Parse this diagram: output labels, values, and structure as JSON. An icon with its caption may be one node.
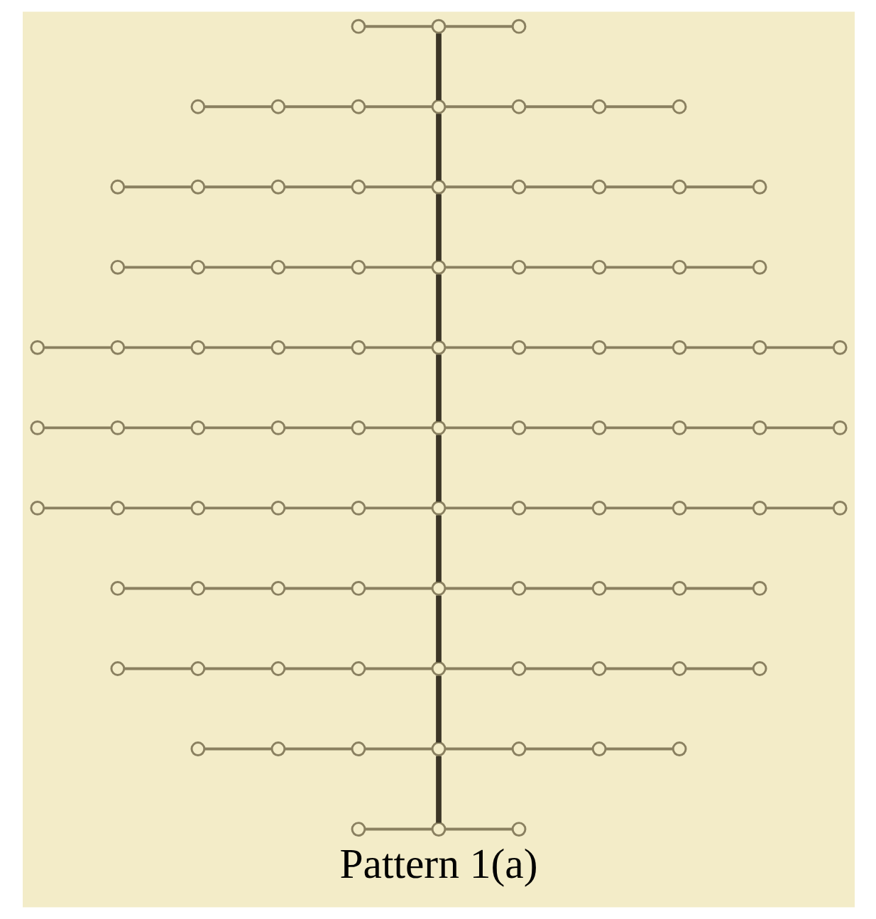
{
  "diagram": {
    "caption": "Pattern 1(a)",
    "nodes": [
      {
        "text": [],
        "shape": "circle"
      },
      {
        "text": [],
        "shape": "circle"
      },
      {
        "text": [],
        "shape": "circle"
      },
      {
        "text": [],
        "shape": "circle"
      },
      {
        "text": [],
        "shape": "circle"
      },
      {
        "text": [],
        "shape": "circle"
      },
      {
        "text": [],
        "shape": "circle"
      },
      {
        "text": [],
        "shape": "circle"
      },
      {
        "text": [],
        "shape": "circle"
      },
      {
        "text": [],
        "shape": "circle"
      },
      {
        "text": [],
        "shape": "circle"
      },
      {
        "text": [],
        "shape": "circle"
      },
      {
        "text": [],
        "shape": "circle"
      },
      {
        "text": [],
        "shape": "circle"
      },
      {
        "text": [],
        "shape": "circle"
      },
      {
        "text": [],
        "shape": "circle"
      },
      {
        "text": [],
        "shape": "circle"
      },
      {
        "text": [],
        "shape": "circle"
      },
      {
        "text": [],
        "shape": "circle"
      },
      {
        "text": [],
        "shape": "circle"
      },
      {
        "text": [],
        "shape": "circle"
      },
      {
        "text": [],
        "shape": "circle"
      },
      {
        "text": [],
        "shape": "circle"
      },
      {
        "text": [],
        "shape": "circle"
      },
      {
        "text": [],
        "shape": "circle"
      },
      {
        "text": [],
        "shape": "circle"
      },
      {
        "text": [],
        "shape": "circle"
      },
      {
        "text": [],
        "shape": "circle"
      },
      {
        "text": [],
        "shape": "circle"
      },
      {
        "text": [],
        "shape": "circle"
      },
      {
        "text": [],
        "shape": "circle"
      },
      {
        "text": [],
        "shape": "circle"
      },
      {
        "text": [],
        "shape": "circle"
      },
      {
        "text": [],
        "shape": "circle"
      },
      {
        "text": [],
        "shape": "circle"
      },
      {
        "text": [],
        "shape": "circle"
      },
      {
        "text": [],
        "shape": "circle"
      },
      {
        "text": [],
        "shape": "circle"
      },
      {
        "text": [],
        "shape": "circle"
      },
      {
        "text": [],
        "shape": "circle"
      },
      {
        "text": [],
        "shape": "circle"
      },
      {
        "text": [],
        "shape": "circle"
      },
      {
        "text": [],
        "shape": "circle"
      },
      {
        "text": [],
        "shape": "circle"
      },
      {
        "text": [],
        "shape": "circle"
      },
      {
        "text": [],
        "shape": "circle"
      },
      {
        "text": [],
        "shape": "circle"
      },
      {
        "text": [],
        "shape": "circle"
      },
      {
        "text": [],
        "shape": "circle"
      },
      {
        "text": [],
        "shape": "circle"
      },
      {
        "text": [],
        "shape": "circle"
      },
      {
        "text": [],
        "shape": "circle"
      },
      {
        "text": [],
        "shape": "circle"
      },
      {
        "text": [],
        "shape": "circle"
      },
      {
        "text": [],
        "shape": "circle"
      },
      {
        "text": [],
        "shape": "circle"
      },
      {
        "text": [],
        "shape": "circle"
      },
      {
        "text": [],
        "shape": "circle"
      },
      {
        "text": [],
        "shape": "circle"
      },
      {
        "text": [],
        "shape": "circle"
      },
      {
        "text": [],
        "shape": "circle"
      },
      {
        "text": [],
        "shape": "circle"
      },
      {
        "text": [],
        "shape": "circle"
      },
      {
        "text": [],
        "shape": "circle"
      },
      {
        "text": [],
        "shape": "circle"
      },
      {
        "text": [],
        "shape": "circle"
      },
      {
        "text": [],
        "shape": "circle"
      },
      {
        "text": [],
        "shape": "circle"
      },
      {
        "text": [],
        "shape": "circle"
      },
      {
        "text": [],
        "shape": "circle"
      },
      {
        "text": [],
        "shape": "circle"
      },
      {
        "text": [],
        "shape": "circle"
      },
      {
        "text": [],
        "shape": "circle"
      },
      {
        "text": [],
        "shape": "circle"
      },
      {
        "text": [],
        "shape": "circle"
      },
      {
        "text": [],
        "shape": "circle"
      },
      {
        "text": [],
        "shape": "circle"
      },
      {
        "text": [],
        "shape": "circle"
      },
      {
        "text": [],
        "shape": "circle"
      },
      {
        "text": [],
        "shape": "circle"
      },
      {
        "text": [],
        "shape": "circle"
      },
      {
        "text": [],
        "shape": "circle"
      },
      {
        "text": [],
        "shape": "circle"
      },
      {
        "text": [],
        "shape": "circle"
      },
      {
        "text": [],
        "shape": "circle"
      },
      {
        "text": [],
        "shape": "circle"
      },
      {
        "text": [],
        "shape": "circle"
      },
      {
        "text": [],
        "shape": "circle"
      },
      {
        "text": [],
        "shape": "circle"
      }
    ],
    "edges": [
      {
        "from": 0,
        "to": 1,
        "arrow": "none"
      },
      {
        "from": 1,
        "to": 2,
        "arrow": "none"
      },
      {
        "from": 3,
        "to": 4,
        "arrow": "none"
      },
      {
        "from": 4,
        "to": 5,
        "arrow": "none"
      },
      {
        "from": 5,
        "to": 6,
        "arrow": "none"
      },
      {
        "from": 6,
        "to": 7,
        "arrow": "none"
      },
      {
        "from": 7,
        "to": 8,
        "arrow": "none"
      },
      {
        "from": 8,
        "to": 9,
        "arrow": "none"
      },
      {
        "from": 10,
        "to": 11,
        "arrow": "none"
      },
      {
        "from": 11,
        "to": 12,
        "arrow": "none"
      },
      {
        "from": 12,
        "to": 13,
        "arrow": "none"
      },
      {
        "from": 13,
        "to": 14,
        "arrow": "none"
      },
      {
        "from": 14,
        "to": 15,
        "arrow": "none"
      },
      {
        "from": 15,
        "to": 16,
        "arrow": "none"
      },
      {
        "from": 16,
        "to": 17,
        "arrow": "none"
      },
      {
        "from": 17,
        "to": 18,
        "arrow": "none"
      },
      {
        "from": 19,
        "to": 20,
        "arrow": "none"
      },
      {
        "from": 20,
        "to": 21,
        "arrow": "none"
      },
      {
        "from": 21,
        "to": 22,
        "arrow": "none"
      },
      {
        "from": 22,
        "to": 23,
        "arrow": "none"
      },
      {
        "from": 23,
        "to": 24,
        "arrow": "none"
      },
      {
        "from": 24,
        "to": 25,
        "arrow": "none"
      },
      {
        "from": 25,
        "to": 26,
        "arrow": "none"
      },
      {
        "from": 26,
        "to": 27,
        "arrow": "none"
      },
      {
        "from": 28,
        "to": 29,
        "arrow": "none"
      },
      {
        "from": 29,
        "to": 30,
        "arrow": "none"
      },
      {
        "from": 30,
        "to": 31,
        "arrow": "none"
      },
      {
        "from": 31,
        "to": 32,
        "arrow": "none"
      },
      {
        "from": 32,
        "to": 33,
        "arrow": "none"
      },
      {
        "from": 33,
        "to": 34,
        "arrow": "none"
      },
      {
        "from": 34,
        "to": 35,
        "arrow": "none"
      },
      {
        "from": 35,
        "to": 36,
        "arrow": "none"
      },
      {
        "from": 36,
        "to": 37,
        "arrow": "none"
      },
      {
        "from": 37,
        "to": 38,
        "arrow": "none"
      },
      {
        "from": 39,
        "to": 40,
        "arrow": "none"
      },
      {
        "from": 40,
        "to": 41,
        "arrow": "none"
      },
      {
        "from": 41,
        "to": 42,
        "arrow": "none"
      },
      {
        "from": 42,
        "to": 43,
        "arrow": "none"
      },
      {
        "from": 43,
        "to": 44,
        "arrow": "none"
      },
      {
        "from": 44,
        "to": 45,
        "arrow": "none"
      },
      {
        "from": 45,
        "to": 46,
        "arrow": "none"
      },
      {
        "from": 46,
        "to": 47,
        "arrow": "none"
      },
      {
        "from": 47,
        "to": 48,
        "arrow": "none"
      },
      {
        "from": 48,
        "to": 49,
        "arrow": "none"
      },
      {
        "from": 50,
        "to": 51,
        "arrow": "none"
      },
      {
        "from": 51,
        "to": 52,
        "arrow": "none"
      },
      {
        "from": 52,
        "to": 53,
        "arrow": "none"
      },
      {
        "from": 53,
        "to": 54,
        "arrow": "none"
      },
      {
        "from": 54,
        "to": 55,
        "arrow": "none"
      },
      {
        "from": 55,
        "to": 56,
        "arrow": "none"
      },
      {
        "from": 56,
        "to": 57,
        "arrow": "none"
      },
      {
        "from": 57,
        "to": 58,
        "arrow": "none"
      },
      {
        "from": 58,
        "to": 59,
        "arrow": "none"
      },
      {
        "from": 59,
        "to": 60,
        "arrow": "none"
      },
      {
        "from": 61,
        "to": 62,
        "arrow": "none"
      },
      {
        "from": 62,
        "to": 63,
        "arrow": "none"
      },
      {
        "from": 63,
        "to": 64,
        "arrow": "none"
      },
      {
        "from": 64,
        "to": 65,
        "arrow": "none"
      },
      {
        "from": 65,
        "to": 66,
        "arrow": "none"
      },
      {
        "from": 66,
        "to": 67,
        "arrow": "none"
      },
      {
        "from": 67,
        "to": 68,
        "arrow": "none"
      },
      {
        "from": 68,
        "to": 69,
        "arrow": "none"
      },
      {
        "from": 70,
        "to": 71,
        "arrow": "none"
      },
      {
        "from": 71,
        "to": 72,
        "arrow": "none"
      },
      {
        "from": 72,
        "to": 73,
        "arrow": "none"
      },
      {
        "from": 73,
        "to": 74,
        "arrow": "none"
      },
      {
        "from": 74,
        "to": 75,
        "arrow": "none"
      },
      {
        "from": 75,
        "to": 76,
        "arrow": "none"
      },
      {
        "from": 76,
        "to": 77,
        "arrow": "none"
      },
      {
        "from": 77,
        "to": 78,
        "arrow": "none"
      },
      {
        "from": 79,
        "to": 80,
        "arrow": "none"
      },
      {
        "from": 80,
        "to": 81,
        "arrow": "none"
      },
      {
        "from": 81,
        "to": 82,
        "arrow": "none"
      },
      {
        "from": 82,
        "to": 83,
        "arrow": "none"
      },
      {
        "from": 83,
        "to": 84,
        "arrow": "none"
      },
      {
        "from": 84,
        "to": 85,
        "arrow": "none"
      },
      {
        "from": 86,
        "to": 87,
        "arrow": "none"
      },
      {
        "from": 87,
        "to": 88,
        "arrow": "none"
      },
      {
        "from": 1,
        "to": 6,
        "arrow": "none",
        "style": "thick",
        "color": "#3b3526"
      },
      {
        "from": 6,
        "to": 14,
        "arrow": "none",
        "style": "thick",
        "color": "#3b3526"
      },
      {
        "from": 14,
        "to": 23,
        "arrow": "none",
        "style": "thick",
        "color": "#3b3526"
      },
      {
        "from": 23,
        "to": 33,
        "arrow": "none",
        "style": "thick",
        "color": "#3b3526"
      },
      {
        "from": 33,
        "to": 44,
        "arrow": "none",
        "style": "thick",
        "color": "#3b3526"
      },
      {
        "from": 44,
        "to": 55,
        "arrow": "none",
        "style": "thick",
        "color": "#3b3526"
      },
      {
        "from": 55,
        "to": 65,
        "arrow": "none",
        "style": "thick",
        "color": "#3b3526"
      },
      {
        "from": 65,
        "to": 74,
        "arrow": "none",
        "style": "thick",
        "color": "#3b3526"
      },
      {
        "from": 74,
        "to": 82,
        "arrow": "none",
        "style": "thick",
        "color": "#3b3526"
      },
      {
        "from": 82,
        "to": 87,
        "arrow": "none",
        "style": "thick",
        "color": "#3b3526"
      }
    ]
  }
}
